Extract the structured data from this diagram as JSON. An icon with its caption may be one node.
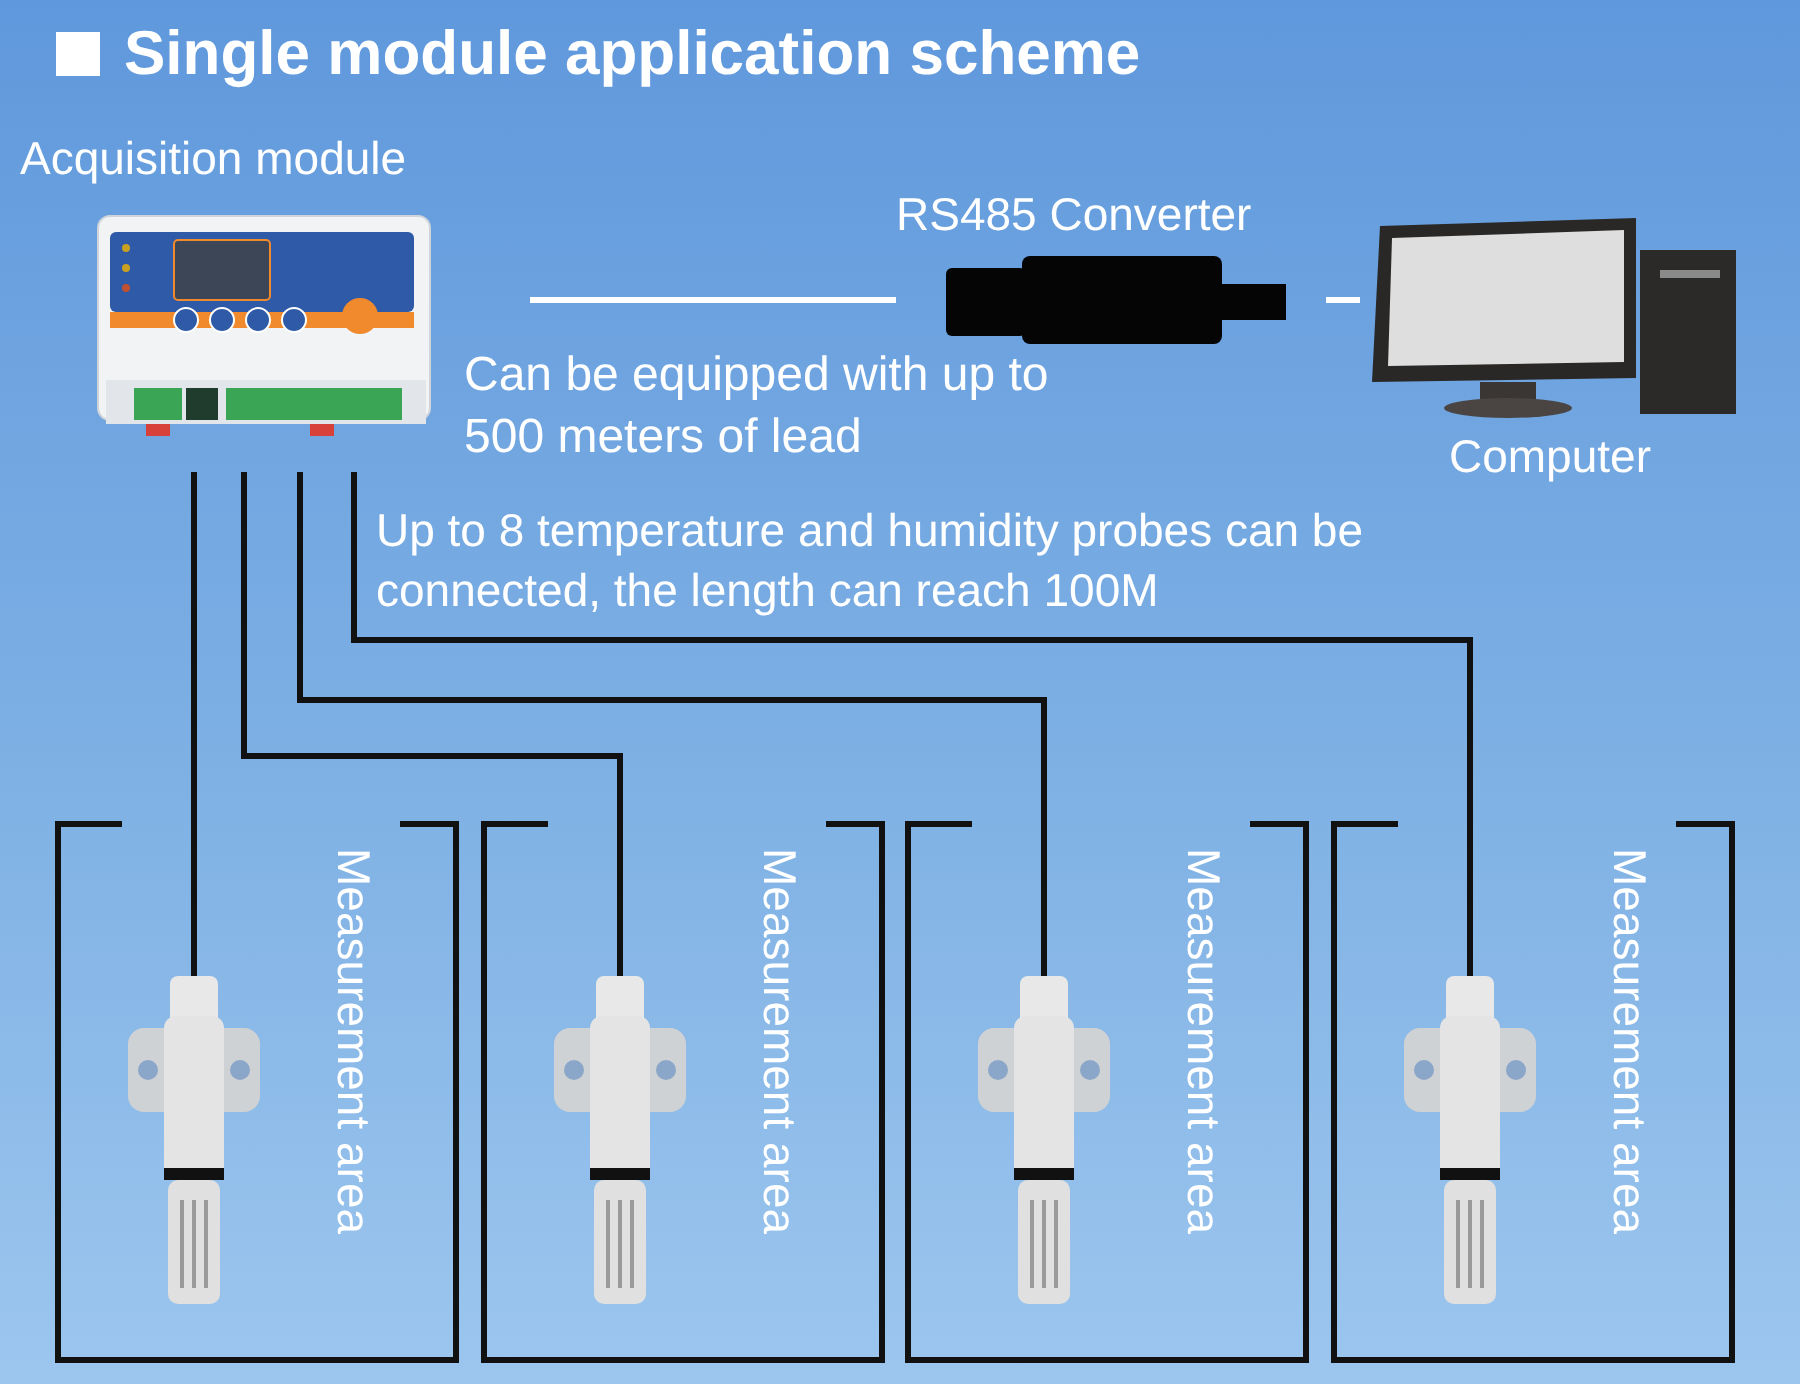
{
  "diagram": {
    "title": "Single module application scheme",
    "nodes": [
      {
        "text": [
          "Acquisition module"
        ]
      },
      {
        "text": [
          "RS485 Converter"
        ]
      },
      {
        "text": [
          "Computer"
        ]
      },
      {
        "text": [
          "Measurement area"
        ]
      },
      {
        "text": [
          "Measurement area"
        ]
      },
      {
        "text": [
          "Measurement area"
        ]
      },
      {
        "text": [
          "Measurement area"
        ]
      },
      {
        "text": [],
        "shape": "picture",
        "in": 3
      },
      {
        "text": [],
        "shape": "picture",
        "in": 4
      },
      {
        "text": [],
        "shape": "picture",
        "in": 5
      },
      {
        "text": [],
        "shape": "picture",
        "in": 6
      }
    ],
    "edges": [
      {
        "from": 0,
        "to": 1,
        "arrow": "none",
        "label": "Can be equipped with up to 500 meters of lead",
        "color": "#ffffff"
      },
      {
        "from": 1,
        "to": 2,
        "arrow": "none",
        "color": "#ffffff"
      },
      {
        "from": 0,
        "to": 7,
        "arrow": "none"
      },
      {
        "from": 0,
        "to": 8,
        "arrow": "none"
      },
      {
        "from": 0,
        "to": 9,
        "arrow": "none"
      },
      {
        "from": 0,
        "to": 10,
        "arrow": "none"
      }
    ],
    "labels": [
      "Up to 8 temperature and humidity probes can be connected, the length can reach 100M"
    ]
  }
}
